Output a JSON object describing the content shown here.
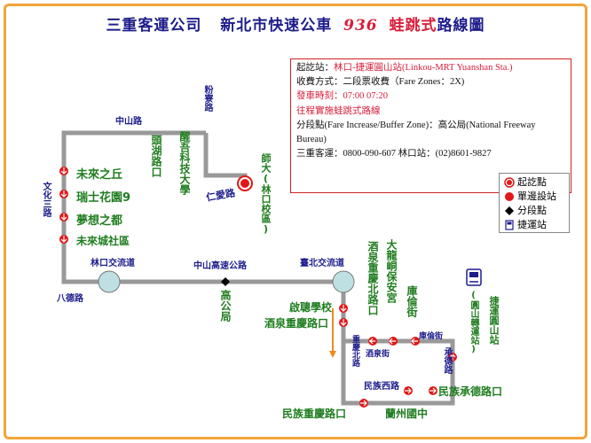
{
  "header": {
    "company": "三重客運公司",
    "route_type": "新北市快速公車",
    "route_no": "936",
    "route_suffix_pre": "蛙跳式",
    "route_suffix": "路線圖"
  },
  "info": {
    "terminals_label": "起訖站：",
    "terminals": "林口-捷運圓山站(Linkou-MRT Yuanshan Sta.)",
    "fare": "收費方式：二段票收費（Fare Zones：2X)",
    "first_last": "發車時刻：07:00  07:20",
    "service": "往程實施蛙跳式路線",
    "fare_break": "分段點(Fare Increase/Buffer Zone)：高公局(National Freeway Bureau)",
    "contact": "三重客運：0800-090-607 林口站：(02)8601-9827"
  },
  "legend": {
    "terminal": "起訖點",
    "side_stop": "單邊設站",
    "fare_point": "分段點",
    "mrt": "捷運站"
  },
  "roads": {
    "fenliao": "粉寮路",
    "zhongshan": "中山路",
    "toufu": "頭湖路口",
    "xingwu": "醒吾科技大學",
    "renai": "仁愛路",
    "wenhua": "文化三路",
    "bade": "八德路",
    "linkou_ic": "林口交流道",
    "freeway": "中山高速公路",
    "gaogongju": "高公局",
    "taibei_ic": "臺北交流道",
    "chengde_rd": "承德路",
    "minzu_w": "民族西路",
    "chongqing_n": "重慶北路",
    "jiuquan": "酒泉街",
    "kulun": "庫倫街"
  },
  "stops": {
    "shida": "師大(林口校區)",
    "weilai_qiu": "未來之丘",
    "ruishi": "瑞士花園9",
    "mengxiang": "夢想之都",
    "weilai_city": "未來城社區",
    "qicong": "啟聰學校",
    "jiuquan_chongqing": "酒泉重慶路口",
    "jiuquan_chongqing_n": "酒泉重慶北路口",
    "dalongdong": "大龍峒保安宮",
    "kulun_st": "庫倫街",
    "minzu_chongqing": "民族重慶路口",
    "lanzhou": "蘭州國中",
    "minzu_chengde": "民族承德路口",
    "mrt_yuanshan": "捷運圓山站",
    "mrt_yuanshan_exit": "(圓山轉運站)"
  },
  "colors": {
    "route": "#999999",
    "stop_red": "#e01818",
    "frame": "#f2a43a",
    "title_blue": "#1d1d8c",
    "stop_green": "#1f7d1f"
  }
}
